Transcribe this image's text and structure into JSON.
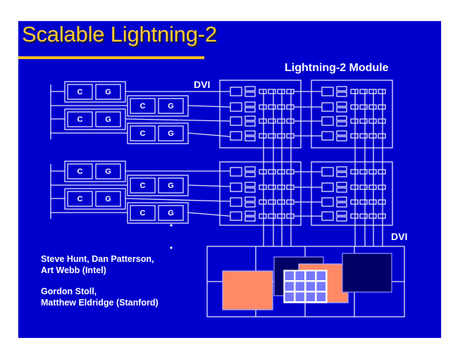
{
  "slide": {
    "title": "Scalable Lightning-2",
    "module_label": "Lightning-2 Module",
    "dvi_label_top": "DVI",
    "dvi_label_bottom": "DVI",
    "node_labels": {
      "compute": "C",
      "graphics": "G"
    },
    "continuation": "•",
    "authors": [
      {
        "line1": "Steve Hunt, Dan Patterson,",
        "line2": "Art Webb (Intel)"
      },
      {
        "line1": "Gordon Stoll,",
        "line2": "Matthew Eldridge (Stanford)"
      }
    ]
  },
  "diagram": {
    "node_groups": 2,
    "nodes_per_group": 4,
    "modules": {
      "rows": 2,
      "columns": 2,
      "inputs_per_module": 4,
      "outputs_per_module": 4
    },
    "display": {
      "tile_columns": 4,
      "tile_rows": 2,
      "window_grid": {
        "columns": 4,
        "rows": 3
      }
    },
    "colors": {
      "background": "#0000cc",
      "title": "#ffcc33",
      "title_underline": "#ffbb22",
      "line": "#e6e6ff",
      "window_salmon": "#ff8866",
      "window_dark": "#000066",
      "window_grid_cell": "#7777ff"
    }
  }
}
